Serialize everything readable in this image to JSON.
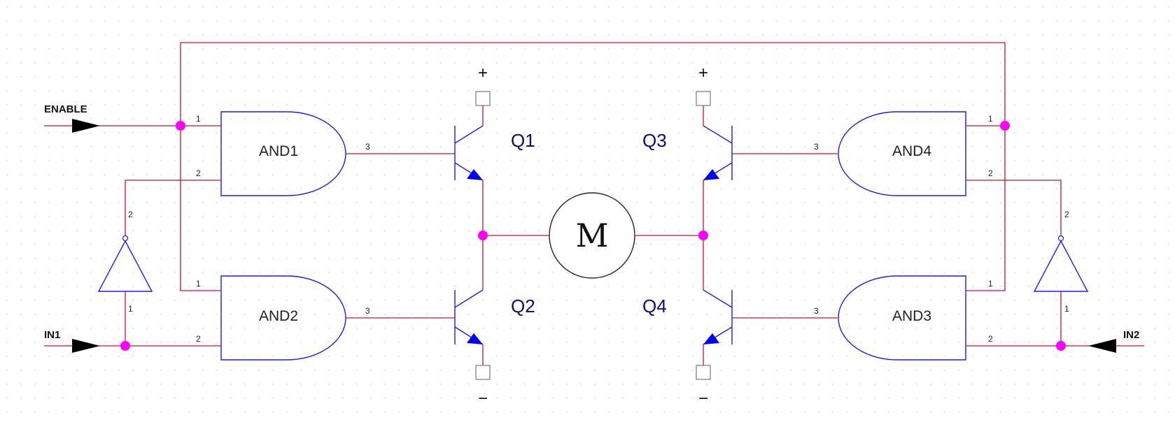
{
  "inputs": {
    "enable": "ENABLE",
    "in1": "IN1",
    "in2": "IN2"
  },
  "gates": {
    "and1": "AND1",
    "and2": "AND2",
    "and3": "AND3",
    "and4": "AND4"
  },
  "transistors": {
    "q1": "Q1",
    "q2": "Q2",
    "q3": "Q3",
    "q4": "Q4"
  },
  "motor": "M",
  "rails": {
    "plus": "+",
    "minus": "−"
  },
  "pins": {
    "p1": "1",
    "p2": "2",
    "p3": "3"
  },
  "colors": {
    "wire": "#c8102e",
    "symbol": "#1a1aff",
    "junction": "#ff00ff"
  }
}
